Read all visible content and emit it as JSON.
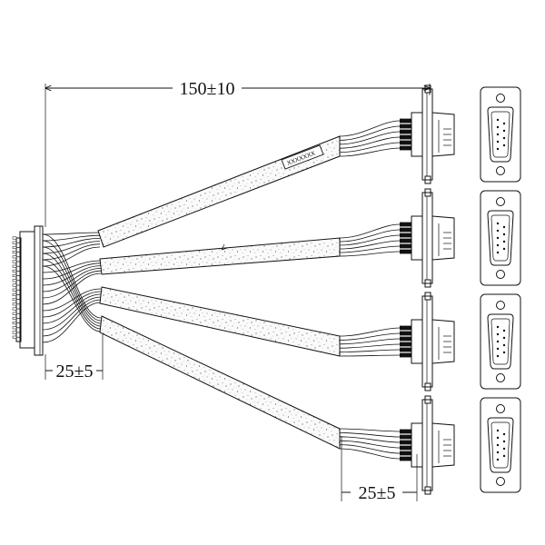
{
  "dimensions": {
    "overall_length": "150±10",
    "left_breakout": "25±5",
    "right_breakout": "25±5"
  },
  "cable_label": "XXXXXXX",
  "connector_type": "DB9",
  "cable_count": 4
}
